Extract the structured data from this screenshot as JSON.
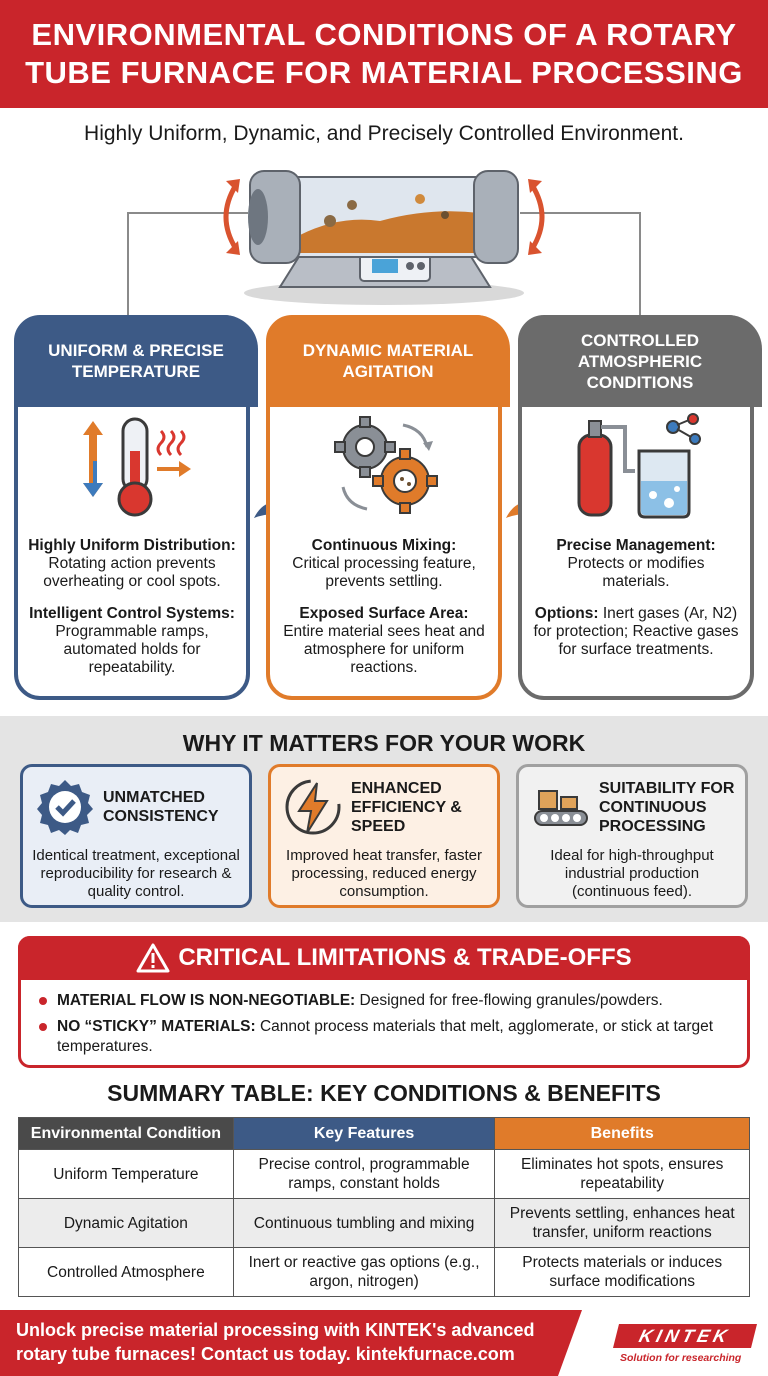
{
  "header": {
    "title": "ENVIRONMENTAL CONDITIONS OF A ROTARY TUBE FURNACE FOR MATERIAL PROCESSING",
    "subtitle": "Highly Uniform, Dynamic, and Precisely Controlled Environment."
  },
  "columns": [
    {
      "title": "UNIFORM & PRECISE TEMPERATURE",
      "icon": "thermometer-icon",
      "items": [
        {
          "label": "Highly Uniform Distribution:",
          "text": "Rotating action prevents overheating or cool spots."
        },
        {
          "label": "Intelligent Control Systems:",
          "text": "Programmable ramps, automated holds for repeatability."
        }
      ]
    },
    {
      "title": "DYNAMIC MATERIAL AGITATION",
      "icon": "gears-icon",
      "items": [
        {
          "label": "Continuous Mixing:",
          "text": "Critical processing feature, prevents settling."
        },
        {
          "label": "Exposed Surface Area:",
          "text": "Entire material sees heat and atmosphere for uniform reactions."
        }
      ]
    },
    {
      "title": "CONTROLLED ATMOSPHERIC CONDITIONS",
      "icon": "gas-cylinder-icon",
      "items": [
        {
          "label": "Precise Management:",
          "text": "Protects or modifies materials."
        },
        {
          "label": "Options:",
          "text": "Inert gases (Ar, N2) for protection; Reactive gases for surface treatments."
        }
      ]
    }
  ],
  "why": {
    "title": "WHY IT MATTERS FOR YOUR WORK",
    "cards": [
      {
        "title": "UNMATCHED CONSISTENCY",
        "icon": "badge-check-icon",
        "body": "Identical treatment, exceptional reproducibility for research & quality control."
      },
      {
        "title": "ENHANCED EFFICIENCY & SPEED",
        "icon": "lightning-icon",
        "body": "Improved heat transfer, faster processing, reduced energy consumption."
      },
      {
        "title": "SUITABILITY FOR CONTINUOUS PROCESSING",
        "icon": "conveyor-icon",
        "body": "Ideal for high-throughput industrial production (continuous feed)."
      }
    ]
  },
  "limitations": {
    "title": "CRITICAL LIMITATIONS & TRADE-OFFS",
    "items": [
      {
        "label": "MATERIAL FLOW IS NON-NEGOTIABLE:",
        "text": "Designed for free-flowing granules/powders."
      },
      {
        "label": "NO “STICKY” MATERIALS:",
        "text": "Cannot process materials that melt, agglomerate, or stick at target temperatures."
      }
    ]
  },
  "summary": {
    "title": "SUMMARY TABLE: KEY CONDITIONS & BENEFITS",
    "headers": [
      "Environmental Condition",
      "Key Features",
      "Benefits"
    ],
    "rows": [
      [
        "Uniform Temperature",
        "Precise control, programmable ramps, constant holds",
        "Eliminates hot spots, ensures repeatability"
      ],
      [
        "Dynamic Agitation",
        "Continuous tumbling and mixing",
        "Prevents settling, enhances heat transfer, uniform reactions"
      ],
      [
        "Controlled Atmosphere",
        "Inert or reactive gas options (e.g., argon, nitrogen)",
        "Protects materials or induces surface modifications"
      ]
    ]
  },
  "footer": {
    "text": "Unlock precise material processing with KINTEK's advanced rotary tube furnaces! Contact us today. kintekfurnace.com",
    "logo": "KINTEK",
    "tagline": "Solution for researching"
  },
  "colors": {
    "red": "#c9252b",
    "blue": "#3d5a86",
    "orange": "#e07b2a",
    "gray": "#6b6b6b"
  }
}
